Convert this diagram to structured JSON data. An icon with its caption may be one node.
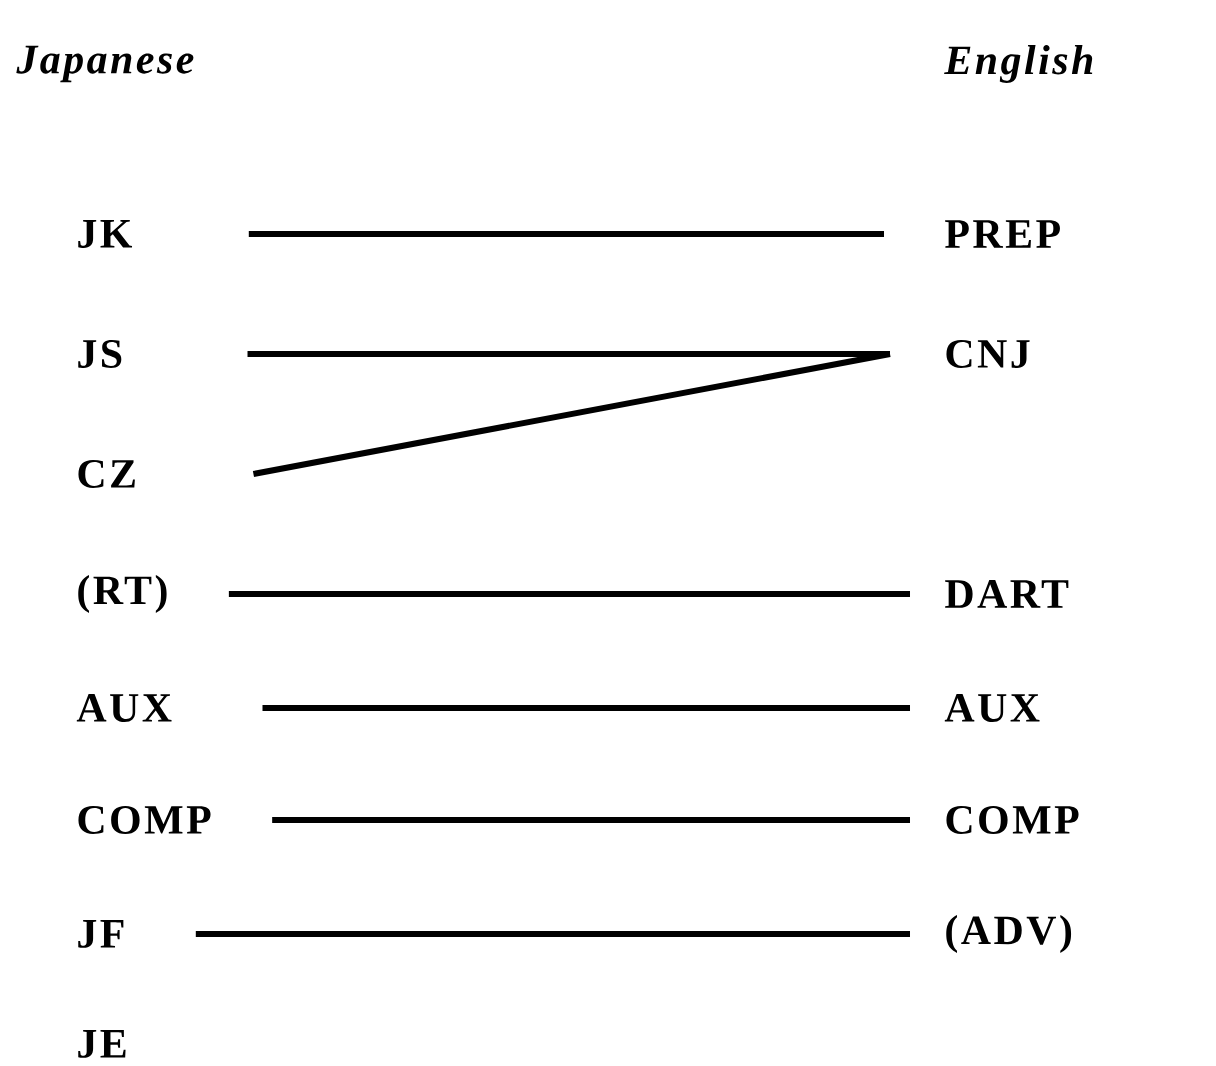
{
  "diagram": {
    "nodes": [
      {
        "text": [
          "JK"
        ]
      },
      {
        "text": [
          "JS"
        ]
      },
      {
        "text": [
          "CZ"
        ]
      },
      {
        "text": [
          "(RT)"
        ]
      },
      {
        "text": [
          "AUX"
        ]
      },
      {
        "text": [
          "COMP"
        ]
      },
      {
        "text": [
          "JF"
        ]
      },
      {
        "text": [
          "JE"
        ]
      },
      {
        "text": [
          "PREP"
        ]
      },
      {
        "text": [
          "CNJ"
        ]
      },
      {
        "text": [
          "DART"
        ]
      },
      {
        "text": [
          "AUX"
        ]
      },
      {
        "text": [
          "COMP"
        ]
      },
      {
        "text": [
          "(ADV)"
        ]
      }
    ],
    "edges": [
      {
        "from": 0,
        "to": 8,
        "arrow": "none"
      },
      {
        "from": 1,
        "to": 9,
        "arrow": "none"
      },
      {
        "from": 2,
        "to": 9,
        "arrow": "none"
      },
      {
        "from": 3,
        "to": 10,
        "arrow": "none"
      },
      {
        "from": 4,
        "to": 11,
        "arrow": "none"
      },
      {
        "from": 5,
        "to": 12,
        "arrow": "none"
      },
      {
        "from": 6,
        "to": 13,
        "arrow": "none"
      }
    ],
    "labels": [
      "Japanese",
      "English"
    ]
  }
}
